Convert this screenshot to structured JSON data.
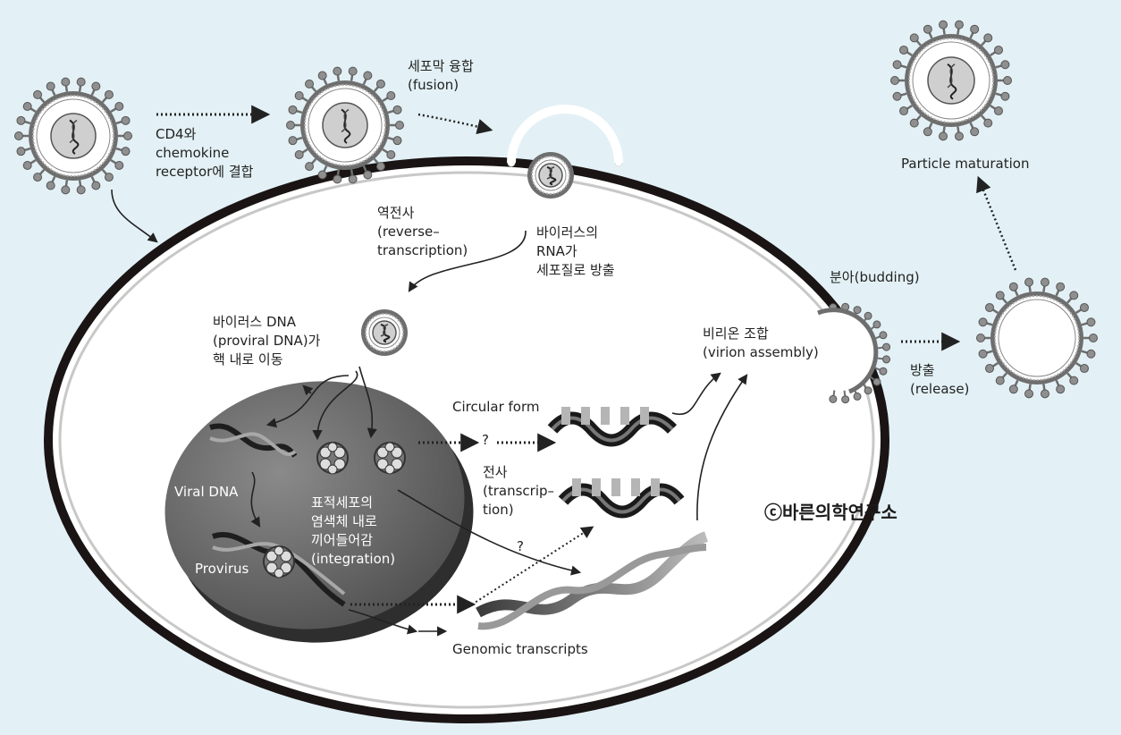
{
  "labels": {
    "binding": [
      "CD4와",
      "chemokine",
      "receptor에 결합"
    ],
    "fusion": [
      "세포막 융합",
      "(fusion)"
    ],
    "reverse_transcription": [
      "역전사",
      "(reverse–",
      "transcription)"
    ],
    "rna_release": [
      "바이러스의",
      "RNA가",
      "세포질로 방출"
    ],
    "viral_dna_entry": [
      "바이러스 DNA",
      "(proviral DNA)가",
      "핵 내로 이동"
    ],
    "viral_dna": "Viral DNA",
    "provirus": "Provirus",
    "integration": [
      "표적세포의",
      "염색체 내로",
      "끼어들어감",
      "(integration)"
    ],
    "circular_form": "Circular form",
    "question_1": "?",
    "question_2": "?",
    "transcription": [
      "전사",
      "(transcrip–",
      "tion)"
    ],
    "genomic_transcripts": "Genomic transcripts",
    "virion_assembly": [
      "비리온 조합",
      "(virion assembly)"
    ],
    "budding": "분아(budding)",
    "release": [
      "방출",
      "(release)"
    ],
    "particle_maturation": "Particle maturation",
    "copyright": "ⓒ바른의학연구소"
  },
  "colors": {
    "background": "#e3f1f6",
    "cell_fill": "#ffffff",
    "cell_membrane": "#1a1414",
    "nucleus": "#6b6b6b",
    "virus_envelope": "#6e6e6e",
    "arrow": "#222222"
  }
}
